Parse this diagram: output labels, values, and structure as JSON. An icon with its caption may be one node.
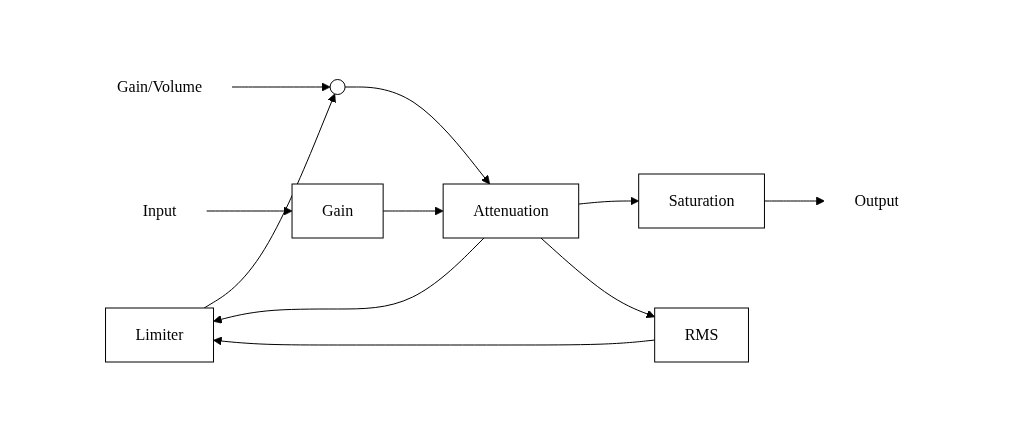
{
  "diagram": {
    "nodes": [
      {
        "text": [
          "Limiter"
        ]
      },
      {
        "text": [
          "RMS"
        ]
      },
      {
        "text": [
          "Gain/Volume"
        ]
      },
      {
        "text": [],
        "shape": "circle"
      },
      {
        "text": [
          "Input"
        ]
      },
      {
        "text": [
          "Gain"
        ]
      },
      {
        "text": [
          "Attenuation"
        ]
      },
      {
        "text": [
          "Saturation"
        ]
      },
      {
        "text": [
          "Output"
        ]
      }
    ],
    "edges": [
      {
        "from": 1,
        "to": 0,
        "arrow": "to"
      },
      {
        "from": 0,
        "to": 3,
        "arrow": "to"
      },
      {
        "from": 2,
        "to": 3,
        "arrow": "to"
      },
      {
        "from": 3,
        "to": 6,
        "arrow": "to"
      },
      {
        "from": 4,
        "to": 5,
        "arrow": "to"
      },
      {
        "from": 5,
        "to": 6,
        "arrow": "to"
      },
      {
        "from": 6,
        "to": 7,
        "arrow": "to"
      },
      {
        "from": 6,
        "to": 0,
        "arrow": "to"
      },
      {
        "from": 6,
        "to": 1,
        "arrow": "to"
      },
      {
        "from": 7,
        "to": 8,
        "arrow": "to"
      }
    ]
  }
}
